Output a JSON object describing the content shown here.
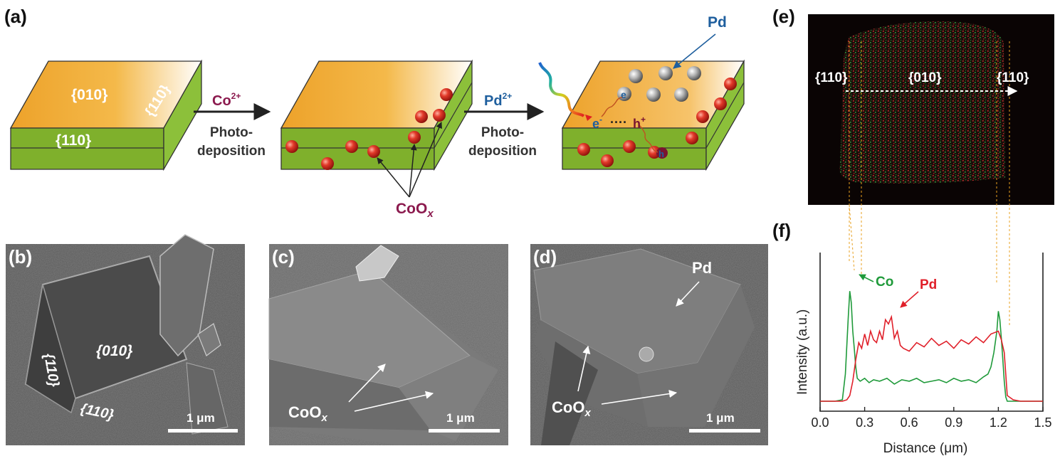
{
  "panels": {
    "a": {
      "label": "(a)",
      "crystal1": {
        "top_facet": "{010}",
        "side_facet": "{110}",
        "front_facet": "{110}"
      },
      "step1": {
        "ion": "Co",
        "charge": "2+",
        "line1": "Photo-",
        "line2": "deposition"
      },
      "cocatalyst_label": {
        "base": "CoO",
        "sub": "x"
      },
      "step2": {
        "ion": "Pd",
        "charge": "2+",
        "line1": "Photo-",
        "line2": "deposition"
      },
      "pd_label": "Pd",
      "electron": "e",
      "electron_sup": "-",
      "hole": "h",
      "hole_sup": "+",
      "dots": "····",
      "electron_in_particle": "e",
      "hole_in_particle": "h",
      "colors": {
        "top_orange": "#f0a830",
        "side_green": "#7fb02c",
        "co_text": "#8b1a4e",
        "pd_text": "#1f5f9e"
      }
    },
    "b": {
      "label": "(b)",
      "facet_010": "{010}",
      "facet_110_left": "{110}",
      "facet_110_bottom": "{110}",
      "scale": "1 μm"
    },
    "c": {
      "label": "(c)",
      "coox_base": "CoO",
      "coox_sub": "x",
      "scale": "1 μm"
    },
    "d": {
      "label": "(d)",
      "pd": "Pd",
      "coox_base": "CoO",
      "coox_sub": "x",
      "scale": "1 μm"
    },
    "e": {
      "label": "(e)",
      "left": "{110}",
      "mid": "{010}",
      "right": "{110}"
    },
    "f": {
      "label": "(f)",
      "co_label": "Co",
      "pd_label": "Pd"
    }
  },
  "chart_data": {
    "type": "line",
    "xlabel": "Distance (μm)",
    "ylabel": "Intensity (a.u.)",
    "xlim": [
      0.0,
      1.5
    ],
    "ylim": [
      0,
      1
    ],
    "xticks": [
      "0.0",
      "0.3",
      "0.6",
      "0.9",
      "1.2",
      "1.5"
    ],
    "grid": false,
    "series": [
      {
        "name": "Co",
        "color": "#1f9a3a",
        "x": [
          0.0,
          0.05,
          0.1,
          0.15,
          0.17,
          0.19,
          0.2,
          0.21,
          0.22,
          0.23,
          0.24,
          0.25,
          0.26,
          0.27,
          0.3,
          0.33,
          0.36,
          0.4,
          0.45,
          0.5,
          0.55,
          0.6,
          0.65,
          0.7,
          0.75,
          0.8,
          0.85,
          0.9,
          0.95,
          1.0,
          1.05,
          1.1,
          1.13,
          1.15,
          1.17,
          1.19,
          1.2,
          1.21,
          1.22,
          1.23,
          1.24,
          1.25,
          1.26,
          1.27,
          1.3,
          1.35,
          1.4,
          1.45,
          1.5
        ],
        "y": [
          0.01,
          0.01,
          0.01,
          0.02,
          0.2,
          0.6,
          0.78,
          0.7,
          0.5,
          0.38,
          0.25,
          0.17,
          0.16,
          0.15,
          0.17,
          0.14,
          0.16,
          0.15,
          0.17,
          0.13,
          0.16,
          0.15,
          0.17,
          0.14,
          0.15,
          0.16,
          0.14,
          0.17,
          0.15,
          0.16,
          0.14,
          0.18,
          0.2,
          0.25,
          0.35,
          0.5,
          0.64,
          0.58,
          0.45,
          0.3,
          0.15,
          0.04,
          0.01,
          0.01,
          0.01,
          0.01,
          0.01,
          0.01,
          0.01
        ]
      },
      {
        "name": "Pd",
        "color": "#e0202a",
        "x": [
          0.0,
          0.05,
          0.1,
          0.15,
          0.18,
          0.2,
          0.22,
          0.24,
          0.26,
          0.28,
          0.3,
          0.32,
          0.34,
          0.36,
          0.38,
          0.4,
          0.42,
          0.44,
          0.46,
          0.48,
          0.5,
          0.52,
          0.54,
          0.56,
          0.6,
          0.65,
          0.7,
          0.75,
          0.8,
          0.85,
          0.9,
          0.95,
          1.0,
          1.05,
          1.1,
          1.15,
          1.2,
          1.22,
          1.24,
          1.25,
          1.26,
          1.3,
          1.35,
          1.4,
          1.45,
          1.5
        ],
        "y": [
          0.01,
          0.01,
          0.01,
          0.01,
          0.02,
          0.05,
          0.15,
          0.3,
          0.42,
          0.38,
          0.48,
          0.4,
          0.5,
          0.44,
          0.42,
          0.5,
          0.44,
          0.58,
          0.55,
          0.6,
          0.45,
          0.5,
          0.4,
          0.38,
          0.36,
          0.42,
          0.39,
          0.45,
          0.4,
          0.43,
          0.38,
          0.44,
          0.41,
          0.46,
          0.42,
          0.48,
          0.5,
          0.44,
          0.35,
          0.2,
          0.05,
          0.02,
          0.01,
          0.01,
          0.01,
          0.01
        ]
      }
    ]
  }
}
